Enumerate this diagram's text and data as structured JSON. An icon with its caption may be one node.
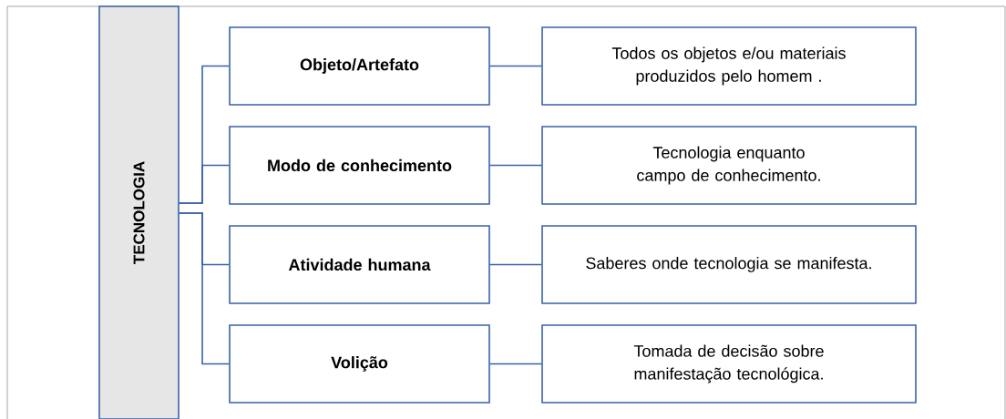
{
  "diagram": {
    "nodes": [
      {
        "text": [
          "TECNOLOGIA"
        ]
      },
      {
        "text": [
          "Objeto/Artefato"
        ]
      },
      {
        "text": [
          "Modo de conhecimento"
        ]
      },
      {
        "text": [
          "Atividade humana"
        ]
      },
      {
        "text": [
          "Volição"
        ]
      },
      {
        "text": [
          "Todos os objetos e/ou materiais produzidos pelo homem ."
        ]
      },
      {
        "text": [
          "Tecnologia enquanto campo de conhecimento."
        ]
      },
      {
        "text": [
          "Saberes onde tecnologia se manifesta."
        ]
      },
      {
        "text": [
          "Tomada de decisão sobre manifestação tecnológica."
        ]
      }
    ],
    "edges": [
      {
        "from": 0,
        "to": 1,
        "arrow": "none"
      },
      {
        "from": 0,
        "to": 2,
        "arrow": "none"
      },
      {
        "from": 0,
        "to": 3,
        "arrow": "none"
      },
      {
        "from": 0,
        "to": 4,
        "arrow": "none"
      },
      {
        "from": 1,
        "to": 5,
        "arrow": "none"
      },
      {
        "from": 2,
        "to": 6,
        "arrow": "none"
      },
      {
        "from": 3,
        "to": 7,
        "arrow": "none"
      },
      {
        "from": 4,
        "to": 8,
        "arrow": "none"
      }
    ]
  }
}
